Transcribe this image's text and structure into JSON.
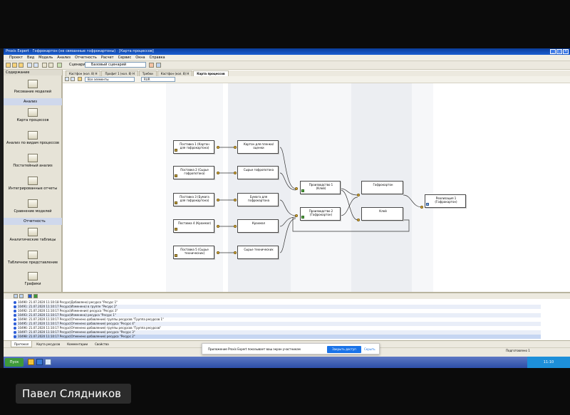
{
  "window": {
    "title": "Proxis Expert · Гофрокартон (не связанные гофрокартоны) · [Карта процессов]"
  },
  "menu": [
    "Проект",
    "Вид",
    "Модель",
    "Анализ",
    "Отчетность",
    "Расчет",
    "Сервис",
    "Окна",
    "Справка"
  ],
  "toolbar": {
    "scenario_label": "Сценарий:",
    "scenario_value": "Базовый сценарий"
  },
  "sidebar": {
    "header": "Содержание",
    "items": [
      {
        "label": "Рисование моделей"
      },
      {
        "label": "Анализ"
      },
      {
        "label": "Карта процессов"
      },
      {
        "label": "Анализ по видам процессов"
      },
      {
        "label": "Постатейный анализ"
      },
      {
        "label": "Интегрированные отчеты"
      },
      {
        "label": "Сравнение моделей"
      },
      {
        "label": "Отчетность"
      },
      {
        "label": "Аналитические таблицы"
      },
      {
        "label": "Табличное представление"
      },
      {
        "label": "Графики"
      }
    ]
  },
  "doc_tabs": [
    {
      "label": "Кастфон (кол. 8) Н"
    },
    {
      "label": "Профит 1 (кол. 8) Н"
    },
    {
      "label": "Требки"
    },
    {
      "label": "Кастфон (кол. 8) Н"
    },
    {
      "label": "Карта процессов"
    }
  ],
  "subtoolbar": {
    "combo1": "Все элементы",
    "combo2": "RUR"
  },
  "nodes": {
    "s1": "Поставка 1 (Картон для гофрокартона)",
    "s2": "Поставка 2 (Сырье гофропотока)",
    "s3": "Поставка 3 (Бумага для гофрокартона)",
    "s4": "Поставка 4 (Крахмал)",
    "s5": "Поставка 5 (Сырье технических)",
    "p1": "Картон для пленки/оценки",
    "p2": "Сырье гофропотока",
    "p3": "Бумага для гофрокартона",
    "p4": "Крахмал",
    "p5": "Сырье технических",
    "m1": "Производство 1 (Клей)",
    "m2": "Производство 2 (Гофрокартон)",
    "o1": "Гофрокартон",
    "o2": "Клей",
    "r1": "Реализация 1 (Гофрокартон)"
  },
  "log": [
    "10490: 21.07.2020 11:10:18 Ресурс(Добавлено) ресурса \"Ресурс 1\"",
    "10491: 21.07.2020 11:10:17 Ресурс(Изменено) в группе \"Ресурс 2\"",
    "10492: 21.07.2020 11:10:17 Ресурс(Изменение) ресурса \"Ресурс 3\"",
    "10493: 21.07.2020 11:10:17 Ресурс(Изменено) ресурса \"Ресурс 1\"",
    "10494: 21.07.2020 11:10:17 Ресурс(Отменено добавление) группы ресурсов \"Группа ресурсов 1\"",
    "10495: 21.07.2020 11:10:17 Ресурс(Отменено добавление) ресурса \"Ресурс 4\"",
    "10496: 21.07.2020 11:10:17 Ресурс(Отменено добавление) группы ресурсов \"Группа ресурсов\"",
    "10497: 21.07.2020 11:10:17 Ресурс(Отменено добавление) ресурса \"Ресурс 3\"",
    "10498: 21.07.2020 11:10:17 Ресурс(Отменено добавление) ресурса \"Ресурс 2\""
  ],
  "bottom_tabs": [
    "Протокол",
    "Карта ресурсов",
    "Комментарии",
    "Свойства"
  ],
  "toast": {
    "text": "Приложение Proxis Expert показывает ваш экран участникам",
    "action": "Закрыть доступ",
    "dismiss": "Скрыть"
  },
  "status": {
    "right": "Подготовлено 1"
  },
  "taskbar": {
    "start": "Пуск",
    "time": "11:10"
  },
  "speaker": {
    "name": "Павел Слядников"
  },
  "colors": {
    "titlebar": "#1b5fd1",
    "accent": "#1a73e8",
    "band": "#eef0f3"
  }
}
